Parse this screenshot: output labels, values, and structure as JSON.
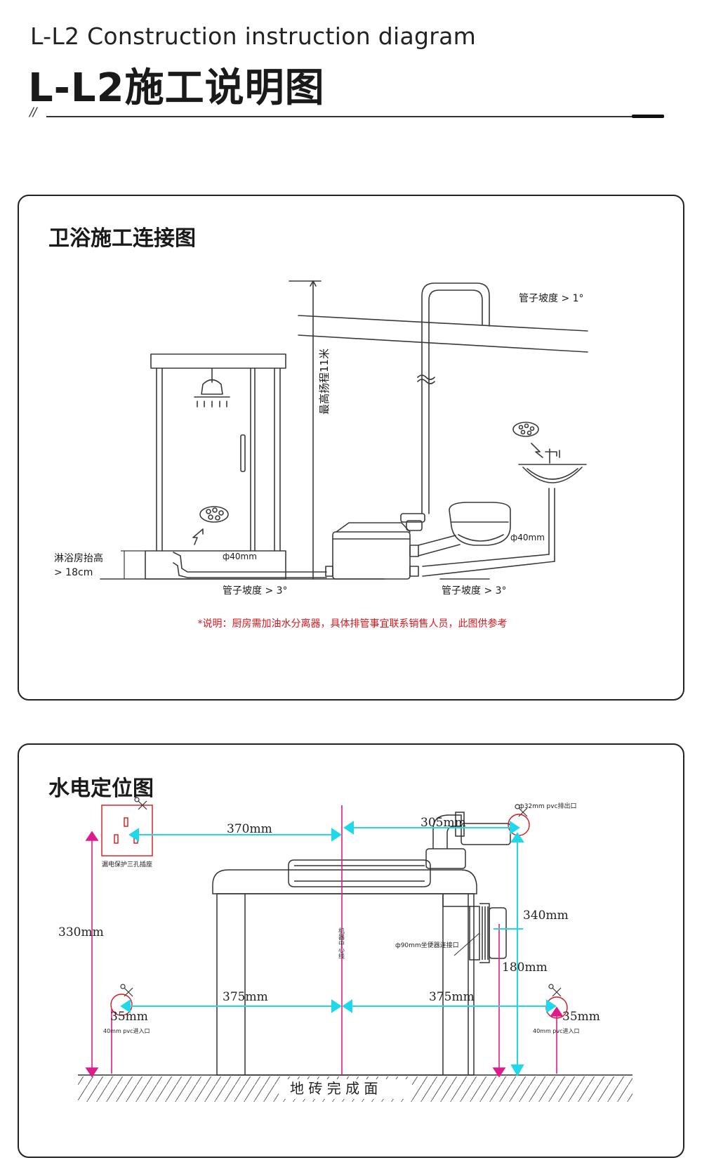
{
  "header": {
    "title_en": "L-L2 Construction instruction diagram",
    "title_zh": "L-L2施工说明图",
    "divider_mark": "//"
  },
  "bathroom_diagram": {
    "title": "卫浴施工连接图",
    "labels": {
      "max_lift": "最高扬程11米",
      "slope_top": "管子坡度 > 1°",
      "slope_left": "管子坡度 > 3°",
      "slope_right": "管子坡度 > 3°",
      "shower_raise_line1": "淋浴房抬高",
      "shower_raise_line2": "> 18cm",
      "pipe_left": "ф40mm",
      "pipe_right": "ф40mm"
    },
    "note": "*说明：厨房需加油水分离器，具体排管事宜联系销售人员，此图供参考"
  },
  "utility_diagram": {
    "title": "水电定位图",
    "labels": {
      "socket": "漏电保护三孔插座",
      "outlet_label": "ф32mm pvc排出口",
      "toilet_connector": "ф90mm坐便器连接口",
      "centerline": "机器中心线",
      "inlet_left": "40mm pvc进入口",
      "inlet_right": "40mm pvc进入口",
      "floor": "地 砖 完 成 面"
    },
    "dimensions": {
      "socket_to_center": "370mm",
      "center_to_outlet": "305mm",
      "socket_height": "330mm",
      "outlet_height": "340mm",
      "toilet_connector_height": "180mm",
      "left_inlet_offset": "375mm",
      "right_inlet_offset": "375mm",
      "left_inlet_height": "35mm",
      "right_inlet_height": "35mm"
    }
  },
  "colors": {
    "magenta": "#e01a8c",
    "cyan": "#1fd8ea",
    "red_note": "#d9161c",
    "line": "#3a3a3a"
  }
}
